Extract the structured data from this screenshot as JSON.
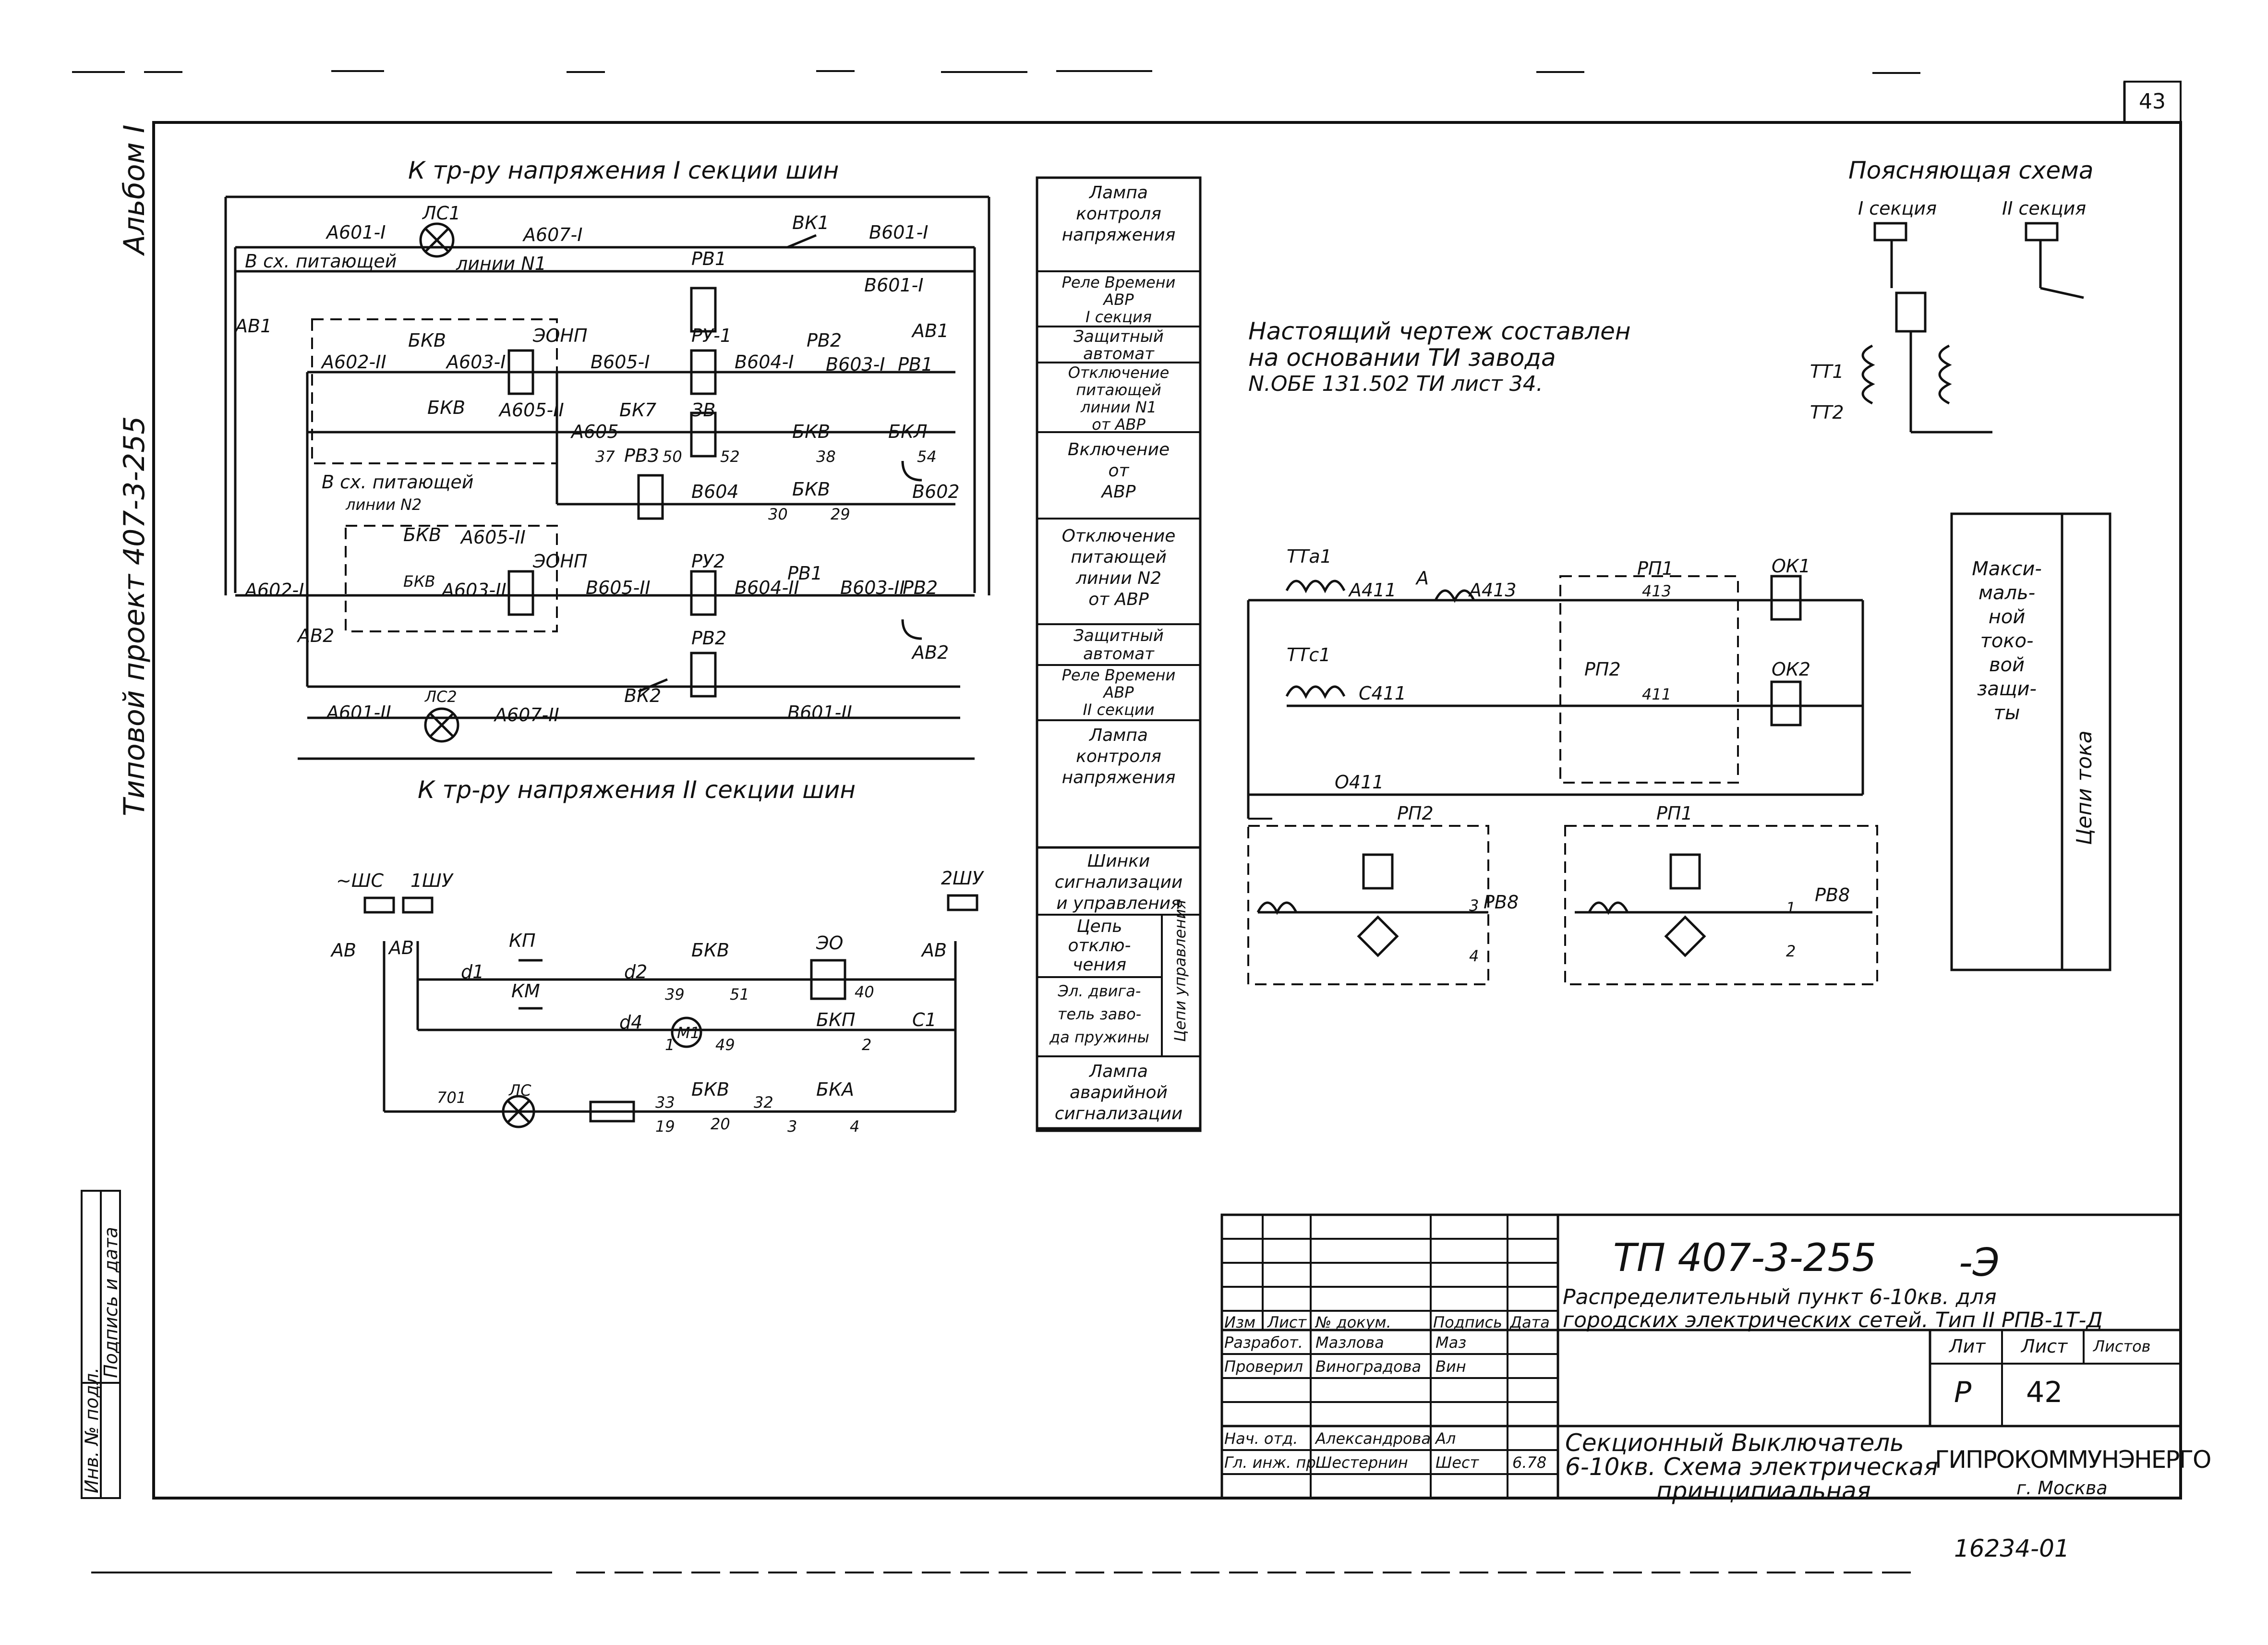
{
  "sheet": {
    "sheet_no_corner": "43",
    "side_album": "Альбом I",
    "side_project": "Типовой проект 407-3-255",
    "stamp_left_labels": [
      "Инв. № подл.",
      "Подпись и дата"
    ],
    "bottom_number": "16234-01"
  },
  "bus_diagram": {
    "top_caption": "К тр-ру напряжения I секции шин",
    "bottom_caption": "К тр-ру напряжения II секции шин",
    "labels": {
      "a601_1": "А601-I",
      "lc1": "ЛС1",
      "a607_1": "А607-I",
      "vk1": "ВК1",
      "b601_1a": "В601-I",
      "v_sh_pit1": "В сх. питающей",
      "liniya1": "линии N1",
      "rv1": "РВ1",
      "b601_1b": "В601-I",
      "av1_left": "АВ1",
      "a602_2": "А602-II",
      "bkv_1": "БКВ",
      "a603_1": "А603-I",
      "eo_np1": "ЭОНП",
      "b605_1": "В605-I",
      "ru1": "РУ-1",
      "b604_1": "В604-I",
      "rv2_top": "РВ2",
      "b603_1": "В603-I",
      "rv1_b": "РВ1",
      "av1_right": "АВ1",
      "bkv_2": "БКВ",
      "a605_2": "А605-II",
      "bk7": "БК7",
      "zv": "ЗВ",
      "a605": "А605",
      "n37": "37",
      "rv3": "РВ3",
      "n50": "50",
      "n52": "52",
      "bkv_3": "БКВ",
      "n38": "38",
      "bkl": "БКЛ",
      "n54": "54",
      "b604": "В604",
      "bkv_4": "БКВ",
      "n30": "30",
      "n29": "29",
      "b602": "В602",
      "v_sh_pit2": "В сх. питающей",
      "liniya2": "линии N2",
      "bkv_5": "БКВ",
      "a605_2b": "А605-II",
      "eo_np2": "ЭОНП",
      "bkv_6": "БКВ",
      "a603_2": "А603-II",
      "a602_1": "А602-I",
      "ru2": "РУ2",
      "b605_2": "В605-II",
      "b604_2": "В604-II",
      "rv1_c": "РВ1",
      "b603_2": "В603-II",
      "rv2_b": "РВ2",
      "av2_left": "АВ2",
      "rv2_c": "РВ2",
      "av2_right": "АВ2",
      "a601_2": "А601-II",
      "lc2": "ЛС2",
      "a607_2": "А607-II",
      "vk2": "ВК2",
      "b601_2": "В601-II"
    }
  },
  "func_table_1": [
    "Лампа\nконтроля\nнапряжения",
    "Реле Времени\nАВР\nI секция",
    "Защитный\nавтомат",
    "Отключение\nпитающей\nлинии N1\nот АВР",
    "Включение\nот\nАВР",
    "Отключение\nпитающей\nлинии N2\nот АВР",
    "Защитный\nавтомат",
    "Реле Времени\nАВР\nII секции",
    "Лампа\nконтроля\nнапряжения"
  ],
  "control_diagram": {
    "labels": {
      "shs": "~ШС",
      "shu1": "1ШУ",
      "shu2": "2ШУ",
      "av_l1": "АВ",
      "av_l2": "АВ",
      "av_r": "АВ",
      "kp": "КП",
      "km": "КМ",
      "d1": "d1",
      "d2": "d2",
      "d4": "d4",
      "bkv1": "БКВ",
      "n39": "39",
      "n51": "51",
      "eo": "ЭО",
      "n40": "40",
      "n1": "1",
      "m1": "М1",
      "n49": "49",
      "bkp": "БКП",
      "n2": "2",
      "c1": "С1",
      "n701": "701",
      "lc": "ЛС",
      "n33": "33",
      "bkv2": "БКВ",
      "n32": "32",
      "bka": "БКА",
      "n19": "19",
      "n20": "20",
      "n3": "3",
      "n4": "4"
    }
  },
  "func_table_2": {
    "rows": [
      "Шинки\nсигнализации\nи управления",
      "Цепь\nотклю-\nчения",
      "Эл. двига-\nтель заво-\nда пружины",
      "Лампа\nаварийной\nсигнализации"
    ],
    "group_label": "Цепи управления"
  },
  "note": {
    "line1": "Настоящий чертеж составлен",
    "line2": "на основании ТИ завода",
    "line3": "N.ОБЕ 131.502 ТИ лист 34."
  },
  "aux_diagram": {
    "title": "Поясняющая схема",
    "sec1": "I секция",
    "sec2": "II секция",
    "tt1": "ТТ1",
    "tt2": "ТТ2"
  },
  "current_protection": {
    "labels": {
      "tta1": "ТТа1",
      "a411": "А411",
      "a": "А",
      "a413": "А413",
      "rp1_top": "РП1",
      "n413": "413",
      "ok1": "ОК1",
      "ttc1": "ТТс1",
      "c411": "С411",
      "rp2_top": "РП2",
      "n411": "411",
      "ok2": "ОК2",
      "o411": "О411",
      "rp2_box": "РП2",
      "rp1_box": "РП1",
      "n3a": "3",
      "rv8a": "РВ8",
      "n4a": "4",
      "n1b": "1",
      "rv8b": "РВ8",
      "n2b": "2"
    },
    "legend_main": "Макси-\nмаль-\nной\nтоко-\nвой\nзащи-\nты",
    "legend_side": "Цепи тока"
  },
  "title_block": {
    "code": "ТП 407-3-255",
    "suffix": "-Э",
    "project_line1": "Распределительный пункт 6-10кв. для",
    "project_line2": "городских электрических сетей. Тип II РПВ-1Т-Д",
    "col_heads": [
      "Изм",
      "Лист",
      "№ докум.",
      "Подпись",
      "Дата"
    ],
    "roles": [
      {
        "role": "Разработ.",
        "name": "Мазлова",
        "sign": "Маз"
      },
      {
        "role": "Проверил",
        "name": "Виноградова",
        "sign": "Вин"
      },
      {
        "role": "Нач. отд.",
        "name": "Александрова",
        "sign": "Ал"
      },
      {
        "role": "Гл. инж. пр.",
        "name": "Шестернин",
        "sign": "Шест"
      }
    ],
    "date": "6.78",
    "lit_head": "Лит",
    "sheet_head": "Лист",
    "sheets_head": "Листов",
    "lit": "Р",
    "sheet_no": "42",
    "drawing_title_1": "Секционный Выключатель",
    "drawing_title_2": "6-10кв. Схема электрическая",
    "drawing_title_3": "принципиальная",
    "org": "ГИПРОКОММУНЭНЕРГО",
    "city": "г. Москва"
  }
}
